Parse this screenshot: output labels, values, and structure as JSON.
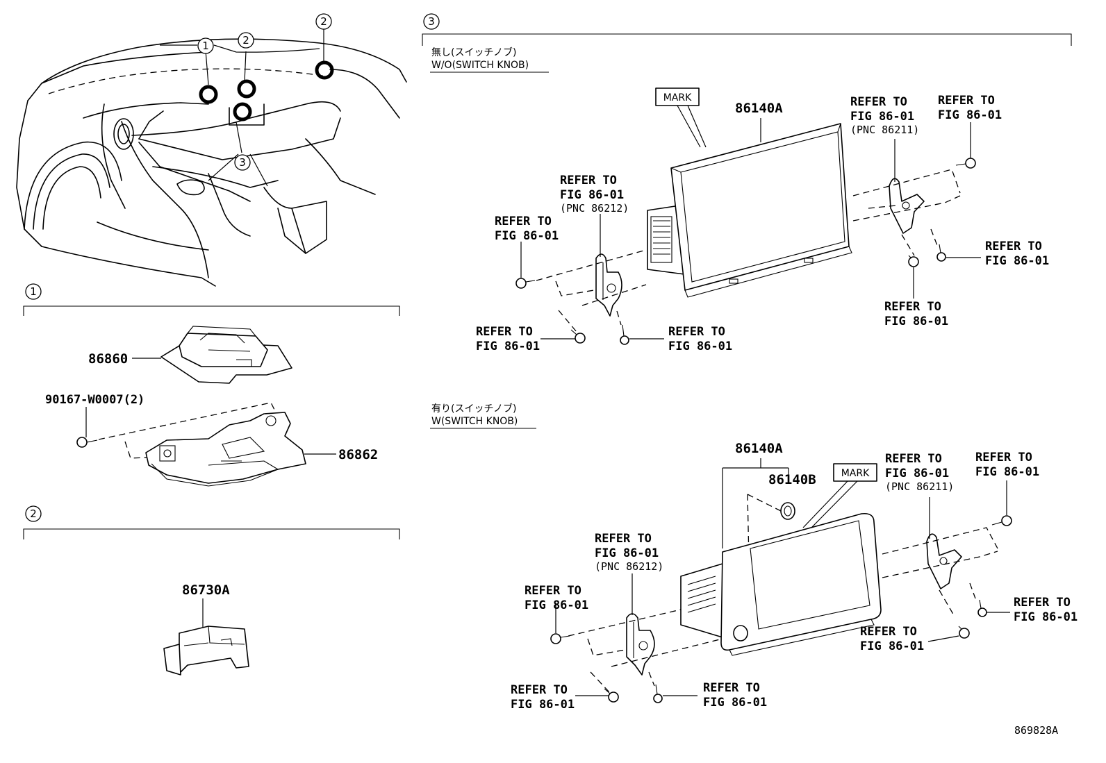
{
  "callouts": [
    "1",
    "2",
    "3"
  ],
  "section_3": {
    "wo_knob_jp": "無し(スイッチノブ)",
    "wo_knob_en": "W/O(SWITCH KNOB)",
    "w_knob_jp": "有り(スイッチノブ)",
    "w_knob_en": "W(SWITCH KNOB)",
    "mark": "MARK",
    "display_part": "86140A",
    "knob_part": "86140B"
  },
  "section_1": {
    "part_top": "86860",
    "bolt": "90167-W0007(2)",
    "part_bracket": "86862"
  },
  "section_2": {
    "part": "86730A"
  },
  "refer_line1": "REFER TO",
  "refer_line2": "FIG 86-01",
  "pnc_86211": "(PNC 86211)",
  "pnc_86212": "(PNC 86212)",
  "illustration_id": "869828A"
}
